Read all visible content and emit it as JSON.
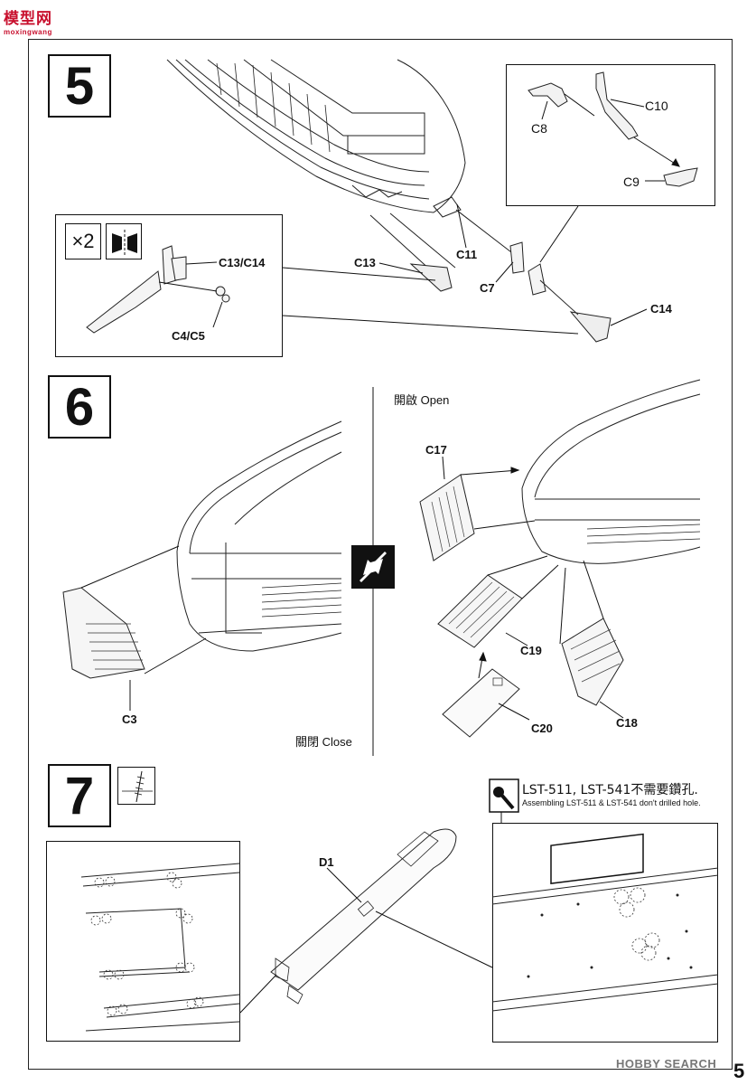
{
  "watermark": {
    "site_name": "模型网",
    "site_url": "moxingwang"
  },
  "footer": {
    "hobby_search": "HOBBY SEARCH",
    "page_number": "5"
  },
  "step5": {
    "number": "5",
    "inset_multiplier": "×2",
    "parts": {
      "c13": "C13",
      "c7": "C7",
      "c11": "C11",
      "c14": "C14",
      "c8": "C8",
      "c9": "C9",
      "c10": "C10",
      "c13c14": "C13/C14",
      "c4c5": "C4/C5"
    }
  },
  "step6": {
    "number": "6",
    "open_label": "開啟 Open",
    "close_label": "關閉 Close",
    "parts": {
      "c3": "C3",
      "c17": "C17",
      "c19": "C19",
      "c20": "C20",
      "c18": "C18"
    }
  },
  "step7": {
    "number": "7",
    "part_d1": "D1",
    "note_title": "LST-511, LST-541不需要鑽孔.",
    "note_sub": "Assembling LST-511 & LST-541 don't drilled hole."
  }
}
